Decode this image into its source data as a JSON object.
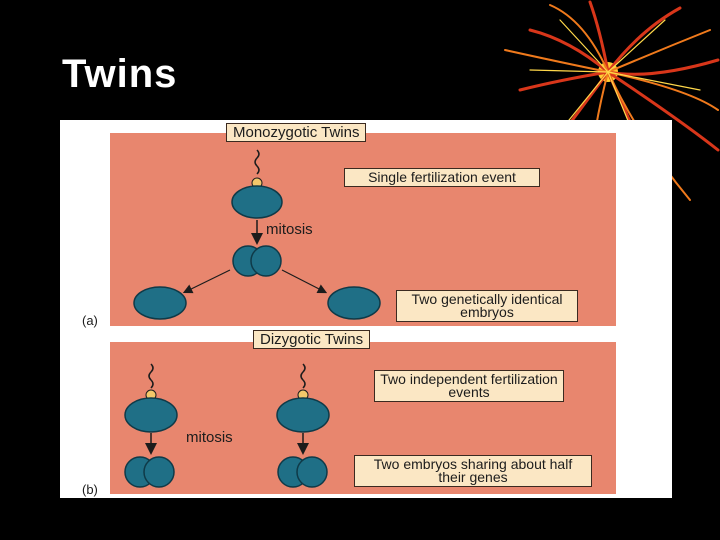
{
  "slide": {
    "title": "Twins"
  },
  "figure": {
    "panel_a": {
      "label": "(a)",
      "title": "Monozygotic Twins",
      "box1": "Single fertilization event",
      "mitosis": "mitosis",
      "box2": "Two genetically identical embryos"
    },
    "panel_b": {
      "label": "(b)",
      "title": "Dizygotic Twins",
      "box1": "Two independent fertilization events",
      "mitosis": "mitosis",
      "box2": "Two embryos sharing about half their genes"
    }
  },
  "colors": {
    "background": "#000000",
    "panel": "#e8866e",
    "cell": "#1f6f86",
    "box": "#fbe7c4",
    "sperm_head": "#f2c76a"
  }
}
